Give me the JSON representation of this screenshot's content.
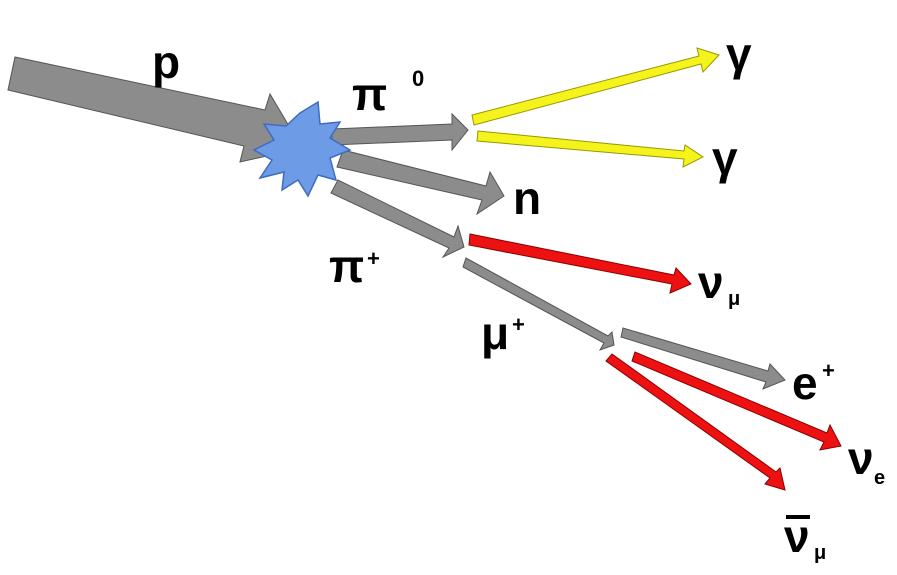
{
  "colors": {
    "gray_fill": "#8c8c8c",
    "gray_stroke": "#555555",
    "yellow_fill": "#f5f31c",
    "yellow_stroke": "#9a9700",
    "red_fill": "#ee1111",
    "red_stroke": "#8a0000",
    "star_fill": "#6e9be6",
    "star_stroke": "#3e6cc0"
  },
  "labels": {
    "p": "p",
    "pi0_base": "π",
    "pi0_sup": "0",
    "n": "n",
    "pi_plus_base": "π",
    "pi_plus_sup": "+",
    "mu_plus_base": "μ",
    "mu_plus_sup": "+",
    "gamma_1": "γ",
    "gamma_2": "γ",
    "nu_mu_base": "ν",
    "nu_mu_sub": "μ",
    "e_plus_base": "e",
    "e_plus_sup": "+",
    "nu_e_base": "ν",
    "nu_e_sub": "e",
    "nubar_mu_base": "ν",
    "nubar_mu_sub": "μ"
  },
  "icons": {
    "collision": "collision-star-icon"
  }
}
